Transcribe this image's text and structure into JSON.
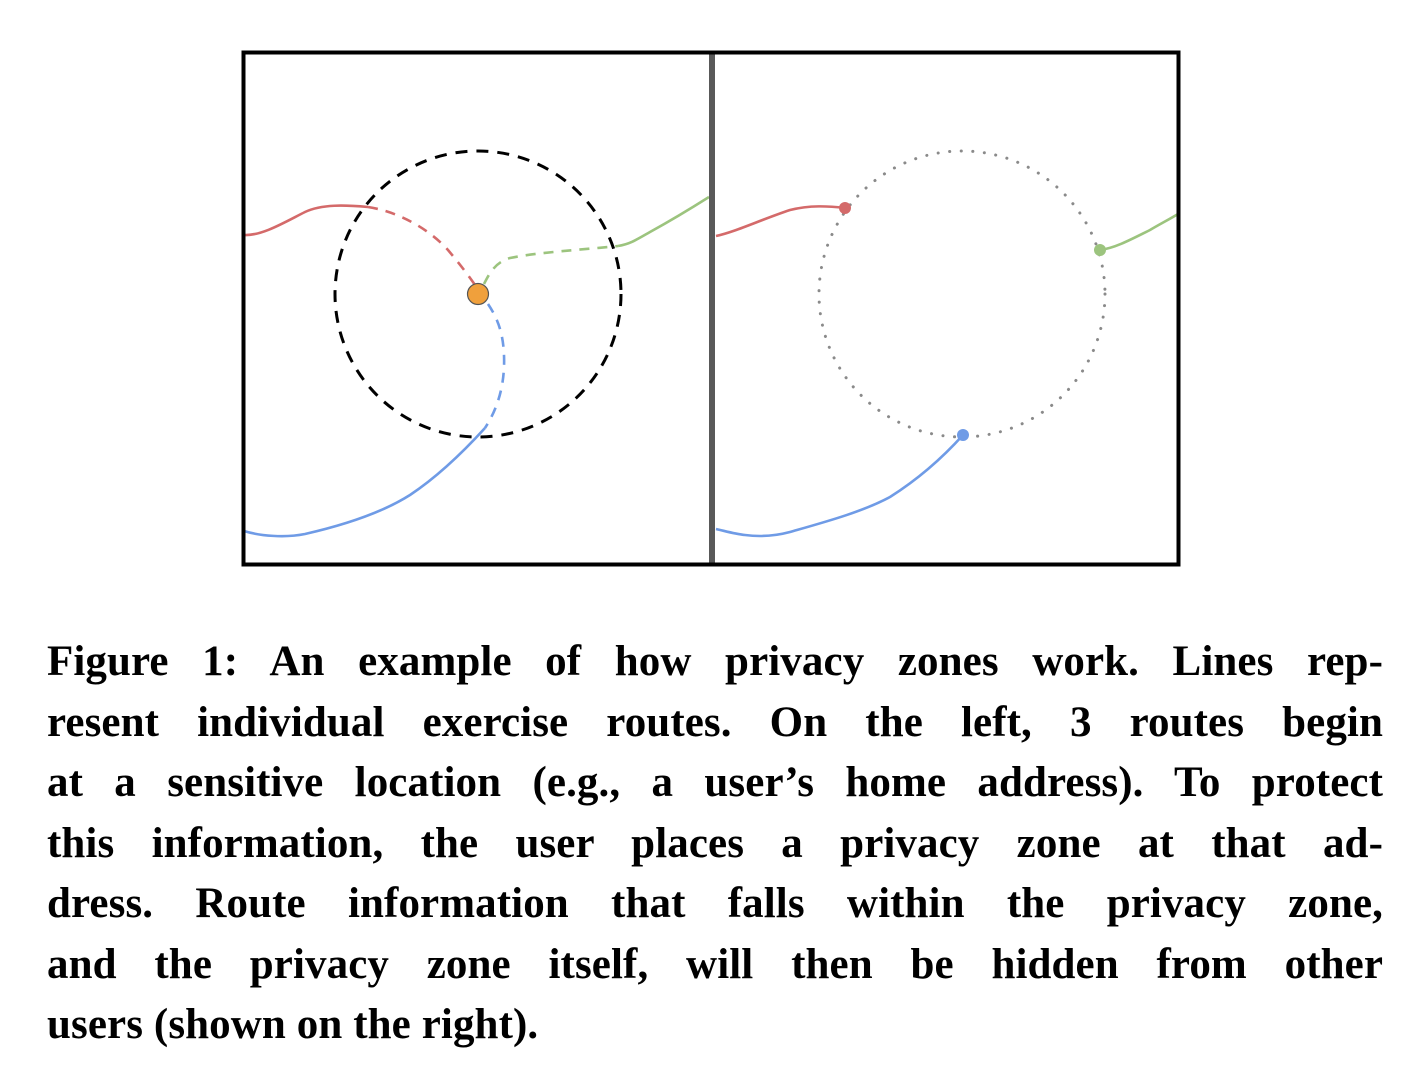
{
  "figure": {
    "label": "Figure 1",
    "panels": [
      {
        "name": "left-panel",
        "description": "Routes begin at sensitive location inside privacy zone (dashed circle)",
        "zone_style": "dashed-black",
        "home_marker": "orange-dot"
      },
      {
        "name": "right-panel",
        "description": "Route portions inside privacy zone hidden (dotted gray circle)",
        "zone_style": "dotted-gray",
        "home_marker": null
      }
    ],
    "colors": {
      "frame": "#000000",
      "divider": "#595959",
      "route_red": "#d46a6a",
      "route_green": "#9cc47e",
      "route_blue": "#6f9be6",
      "home_dot": "#f0a03c",
      "zone_dashed": "#000000",
      "zone_dotted": "#8a8a8a"
    }
  },
  "caption": {
    "lines": [
      "Figure 1: An example of how privacy zones work. Lines rep-",
      "resent individual exercise routes. On the left, 3 routes begin",
      "at a sensitive location (e.g., a user’s home address). To protect",
      "this information, the user places a privacy zone at that ad-",
      "dress. Route information that falls within the privacy zone,",
      "and the privacy zone itself, will then be hidden from other",
      "users (shown on the right)."
    ]
  }
}
